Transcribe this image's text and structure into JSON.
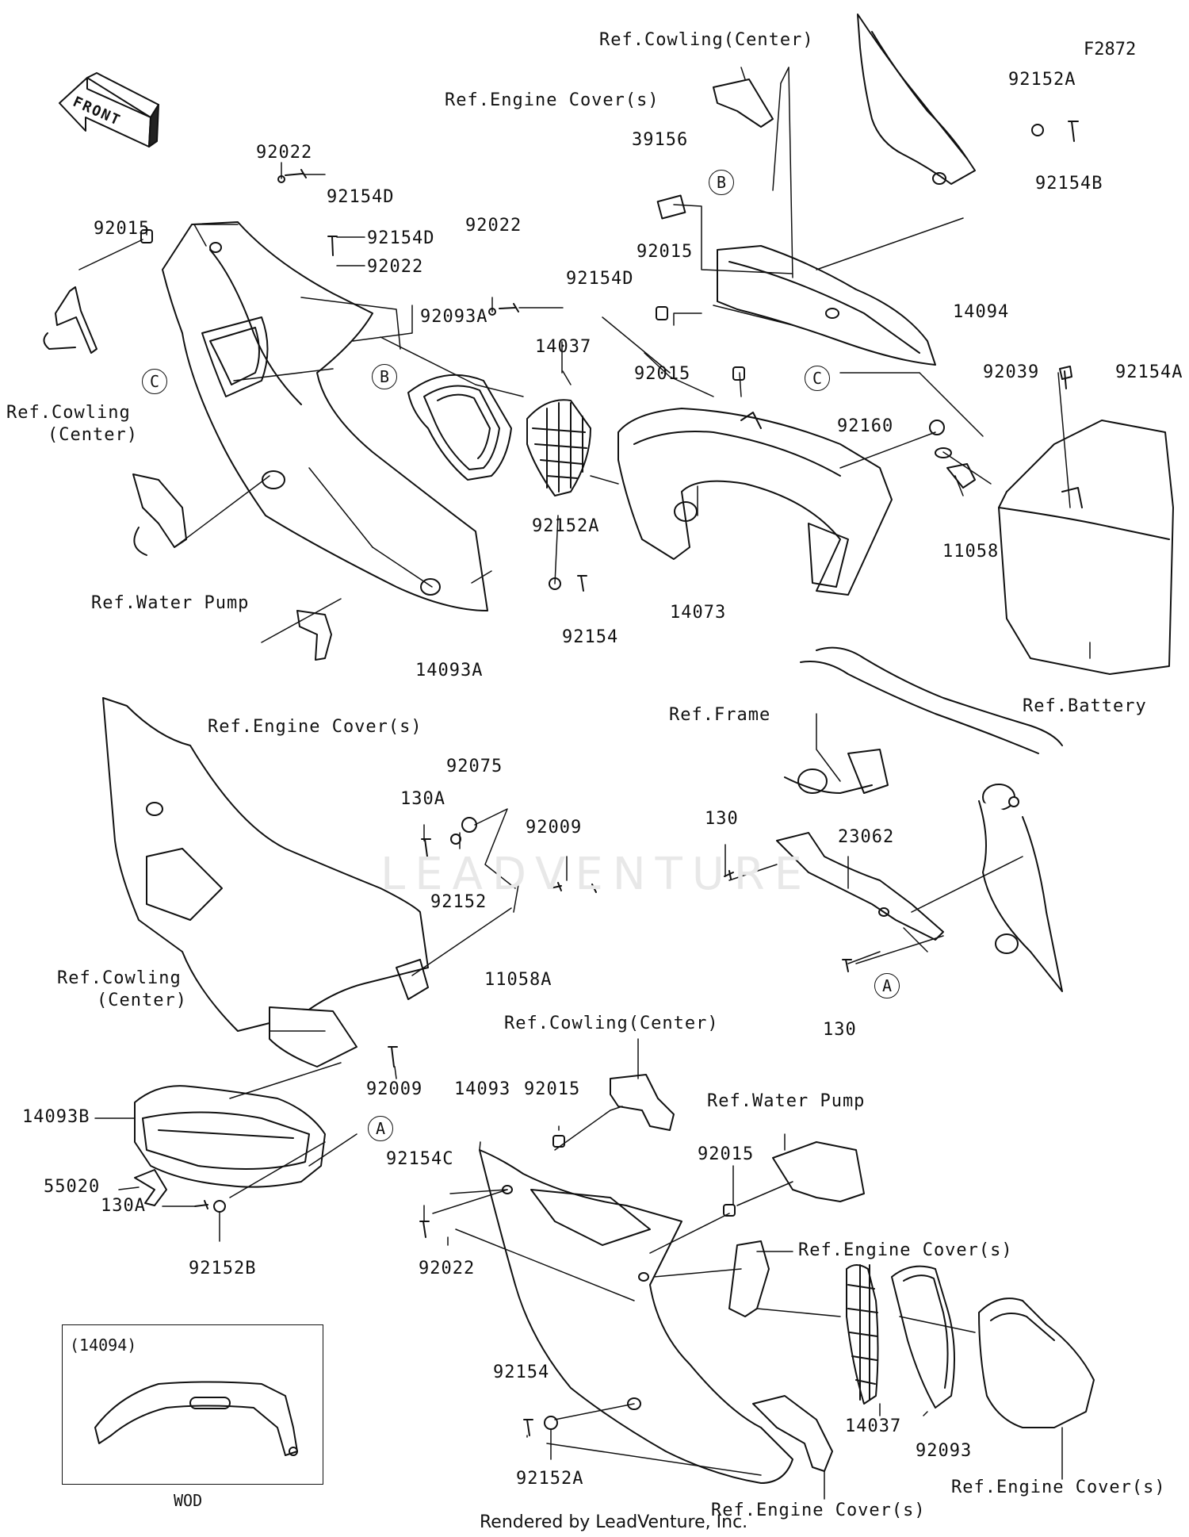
{
  "figure_code": "F2872",
  "footer": "Rendered by LeadVenture, Inc.",
  "watermark": "LEADVENTURE",
  "front_label": "FRONT",
  "inset": {
    "title": "(14094)",
    "caption": "WOD"
  },
  "callouts": {
    "a": "A",
    "b": "B",
    "c": "C"
  },
  "parts": {
    "p92022": "92022",
    "p92154D": "92154D",
    "p92015": "92015",
    "p92093A": "92093A",
    "p14037": "14037",
    "p39156": "39156",
    "p92152A": "92152A",
    "p92154B": "92154B",
    "p14094": "14094",
    "p92039": "92039",
    "p92154A": "92154A",
    "p92160": "92160",
    "p11058": "11058",
    "p14073": "14073",
    "p92154": "92154",
    "p14093A": "14093A",
    "p92075": "92075",
    "p130A": "130A",
    "p92009": "92009",
    "p92152": "92152",
    "p11058A": "11058A",
    "p130": "130",
    "p23062": "23062",
    "p14093B": "14093B",
    "p55020": "55020",
    "p92152B": "92152B",
    "p14093": "14093",
    "p92154C": "92154C",
    "p92093": "92093"
  },
  "refs": {
    "cowling_center": "Ref.Cowling(Center)",
    "engine_covers": "Ref.Engine Cover(s)",
    "cowling_l1": "Ref.Cowling",
    "cowling_l2": "(Center)",
    "water_pump": "Ref.Water Pump",
    "frame": "Ref.Frame",
    "battery": "Ref.Battery"
  }
}
